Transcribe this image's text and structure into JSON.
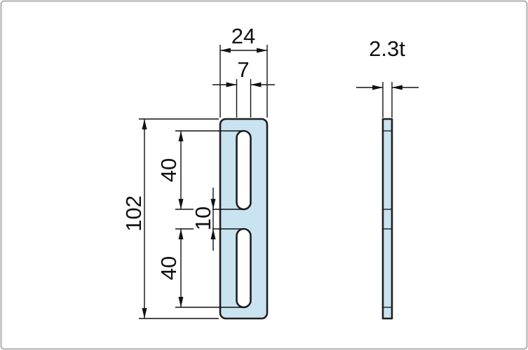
{
  "front_view": {
    "width_label": "24",
    "slot_width_label": "7",
    "height_label": "102",
    "upper_slot_length_label": "40",
    "slot_gap_label": "10",
    "lower_slot_length_label": "40"
  },
  "side_view": {
    "thickness_label": "2.3t"
  },
  "colors": {
    "part_fill": "#c9e3f1",
    "part_outline": "#1f1f1f",
    "dimension_line": "#111111",
    "frame_border": "#b0b0b0",
    "background": "#ffffff"
  }
}
